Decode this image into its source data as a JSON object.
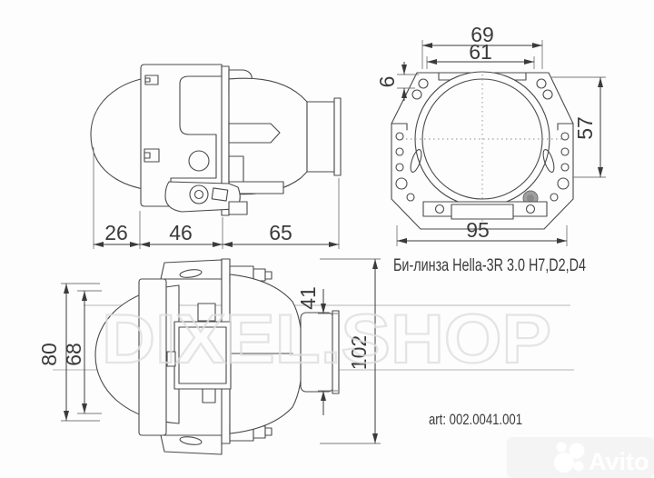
{
  "drawing": {
    "dims": {
      "side": {
        "a": "26",
        "b": "46",
        "c": "65"
      },
      "front": {
        "width_outer": "69",
        "width_inner": "61",
        "tab_offset": "6",
        "height": "57",
        "base_width": "95"
      },
      "top": {
        "outer_height": "80",
        "inner_height": "68",
        "socket_height": "41",
        "total_length": "102"
      }
    },
    "annotations": {
      "title": "Би-линза Hella-3R 3.0 H7,D2,D4",
      "article": "art: 002.0041.001"
    }
  },
  "watermark": {
    "text": "DIXEL.SHOP"
  },
  "brand": {
    "logo_text": "Avito"
  },
  "colors": {
    "background": "#fdfdfd",
    "drawing_line": "#4a4a4a",
    "dimension_text": "#3b3b3b",
    "watermark_gray": "#dedede",
    "band_line": "#d9d9d9",
    "bolt_gray": "#9f9f9f",
    "logo_white": "#ffffff",
    "logo_backdrop": "#f4f4f4"
  }
}
